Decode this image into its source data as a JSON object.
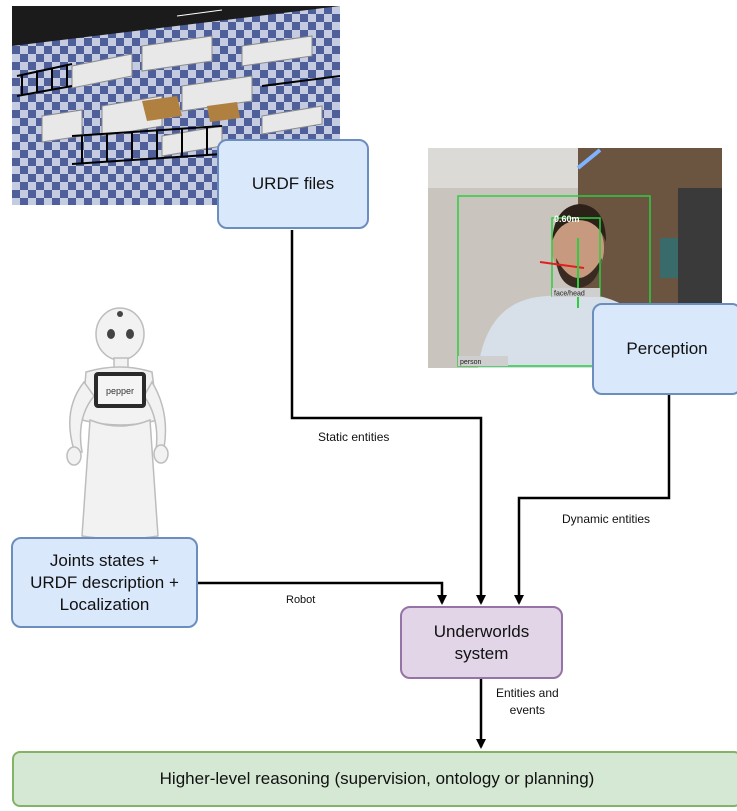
{
  "nodes": {
    "urdf_files": "URDF files",
    "perception": "Perception",
    "joints": [
      "Joints states +",
      "URDF description +",
      "Localization"
    ],
    "underworlds": [
      "Underworlds",
      "system"
    ],
    "reasoning": "Higher-level reasoning (supervision, ontology or planning)"
  },
  "edges": {
    "static": "Static entities",
    "dynamic": "Dynamic entities",
    "robot": "Robot",
    "entities_events": [
      "Entities and",
      "events"
    ]
  },
  "images": {
    "robot_tablet_text": "pepper",
    "camera_distance": "0.60m",
    "camera_face_label": "face/head",
    "camera_person_label": "person"
  },
  "colors": {
    "blue_fill": "#dae8fc",
    "blue_stroke": "#6c8ebf",
    "purple_fill": "#e1d5e7",
    "purple_stroke": "#9673a6",
    "green_fill": "#d5e8d4",
    "green_stroke": "#82b366"
  }
}
